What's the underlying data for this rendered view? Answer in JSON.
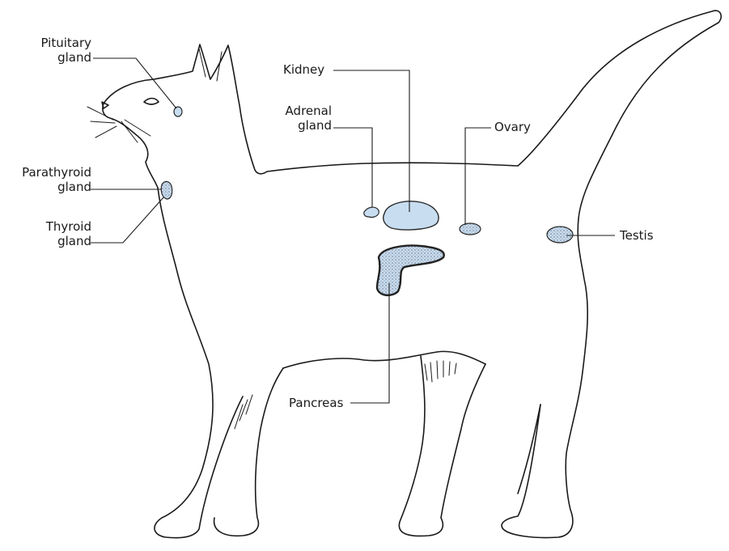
{
  "labels": {
    "pituitary": [
      "Pituitary",
      "gland"
    ],
    "parathyroid": [
      "Parathyroid",
      "gland"
    ],
    "thyroid": [
      "Thyroid",
      "gland"
    ],
    "kidney": "Kidney",
    "adrenal": [
      "Adrenal",
      "gland"
    ],
    "ovary": "Ovary",
    "testis": "Testis",
    "pancreas": "Pancreas"
  },
  "colors": {
    "gland_fill": "#c8ddf0",
    "gland_outline": "#2a2a2a",
    "line": "#1a1a1a"
  }
}
